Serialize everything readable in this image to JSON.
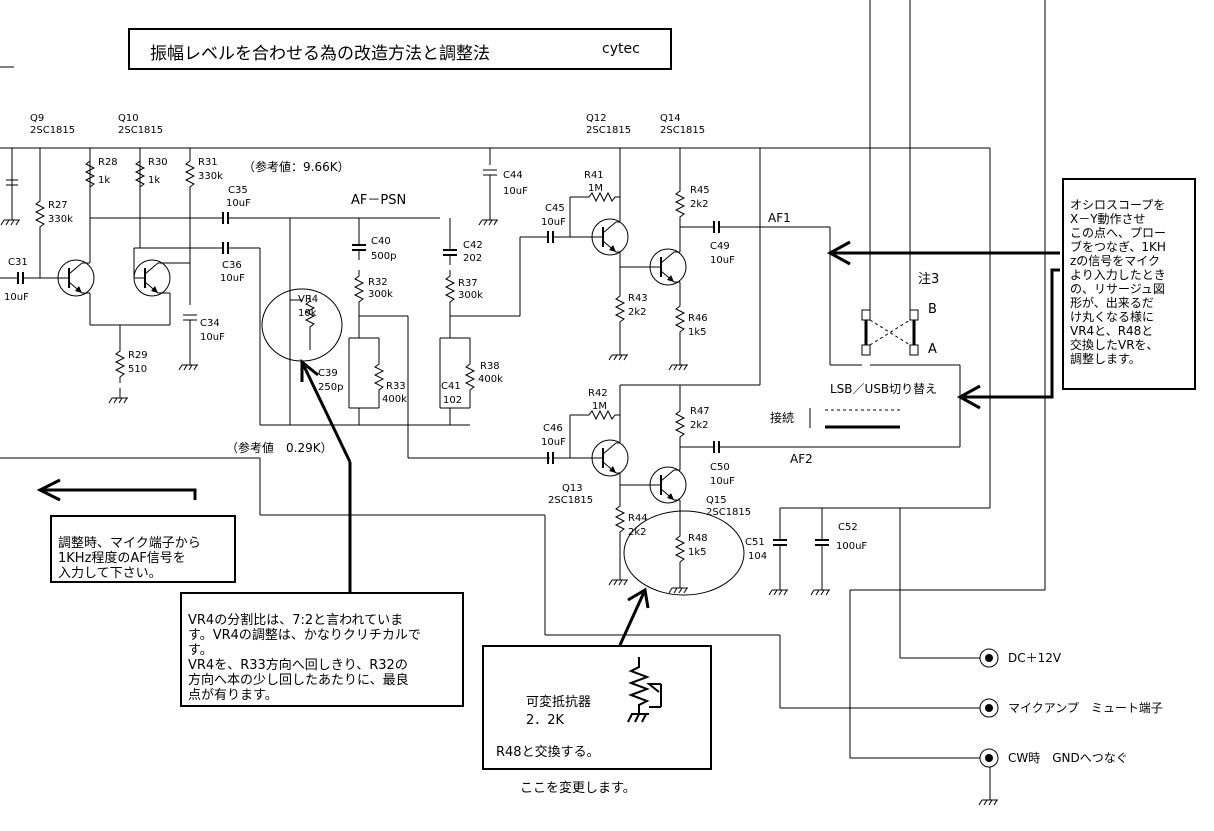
{
  "header": {
    "title": "振幅レベルを合わせる為の改造方法と調整法",
    "brand": "cytec"
  },
  "components": {
    "q9": {
      "ref": "Q9",
      "part": "2SC1815"
    },
    "q10": {
      "ref": "Q10",
      "part": "2SC1815"
    },
    "q12": {
      "ref": "Q12",
      "part": "2SC1815"
    },
    "q14": {
      "ref": "Q14",
      "part": "2SC1815"
    },
    "q13": {
      "ref": "Q13",
      "part": "2SC1815"
    },
    "q15": {
      "ref": "Q15",
      "part": "2SC1815"
    },
    "r28": {
      "ref": "R28",
      "value": "1k"
    },
    "r30": {
      "ref": "R30",
      "value": "1k"
    },
    "r31": {
      "ref": "R31",
      "value": "330k"
    },
    "r27": {
      "ref": "R27",
      "value": "330k"
    },
    "r29": {
      "ref": "R29",
      "value": "510"
    },
    "r41": {
      "ref": "R41",
      "value": "1M"
    },
    "r45": {
      "ref": "R45",
      "value": "2k2"
    },
    "r43": {
      "ref": "R43",
      "value": "2k2"
    },
    "r46": {
      "ref": "R46",
      "value": "1k5"
    },
    "r42": {
      "ref": "R42",
      "value": "1M"
    },
    "r47": {
      "ref": "R47",
      "value": "2k2"
    },
    "r44": {
      "ref": "R44",
      "value": "2k2"
    },
    "r48": {
      "ref": "R48",
      "value": "1k5"
    },
    "r32": {
      "ref": "R32",
      "value": "300k"
    },
    "r33": {
      "ref": "R33",
      "value": "400k"
    },
    "r37": {
      "ref": "R37",
      "value": "300k"
    },
    "r38": {
      "ref": "R38",
      "value": "400k"
    },
    "c35": {
      "ref": "C35",
      "value": "10uF"
    },
    "c36": {
      "ref": "C36",
      "value": "10uF"
    },
    "c31": {
      "ref": "C31",
      "value": "10uF"
    },
    "c34": {
      "ref": "C34",
      "value": "10uF"
    },
    "c40": {
      "ref": "C40",
      "value": "500p"
    },
    "c42": {
      "ref": "C42",
      "value": "202"
    },
    "c39": {
      "ref": "C39",
      "value": "250p"
    },
    "c41": {
      "ref": "C41",
      "value": "102"
    },
    "c44": {
      "ref": "C44",
      "value": "10uF"
    },
    "c45": {
      "ref": "C45",
      "value": "10uF"
    },
    "c46": {
      "ref": "C46",
      "value": "10uF"
    },
    "c49": {
      "ref": "C49",
      "value": "10uF"
    },
    "c50": {
      "ref": "C50",
      "value": "10uF"
    },
    "c51": {
      "ref": "C51",
      "value": "104"
    },
    "c52": {
      "ref": "C52",
      "value": "100uF"
    },
    "vr4": {
      "ref": "VR4",
      "value": "10k"
    }
  },
  "labels": {
    "ref_value_top": "（参考値：9.66K）",
    "ref_value_bottom": "（参考値　0.29K）",
    "af_psn": "AF－PSN",
    "af1": "AF1",
    "af2": "AF2",
    "note3": "注3",
    "point_b": "B",
    "point_a": "A",
    "lsb_usb_switch": "LSB／USB切り替え",
    "connection": "接続",
    "dc12v": "DC＋12V",
    "mic_mute": "マイクアンプ　ミュート端子",
    "cw_gnd": "CW時　GNDへつなぐ",
    "change_here": "ここを変更します。"
  },
  "notes": {
    "oscilloscope": "オシロスコープを\nX－Y動作させ\nこの点へ、プロー\nブをつなぎ、1KH\nzの信号をマイク\nより入力したとき\nの、リサージュ図\n形が、出来るだ\nけ丸くなる様に\nVR4と、R48と\n交換したVRを、\n調整します。",
    "adjust_input": "調整時、マイク端子から\n1KHz程度のAF信号を\n入力して下さい。",
    "vr4_ratio": "VR4の分割比は、7:2と言われていま\nす。VR4の調整は、かなりクリチカルで\nす。\nVR4を、R33方向へ回しきり、R32の\n方向へ本の少し回したあたりに、最良\n点が有ります。",
    "variable_resistor_title": "可変抵抗器",
    "variable_resistor_value": "2．2K",
    "replace_r48": "R48と交換する。"
  }
}
